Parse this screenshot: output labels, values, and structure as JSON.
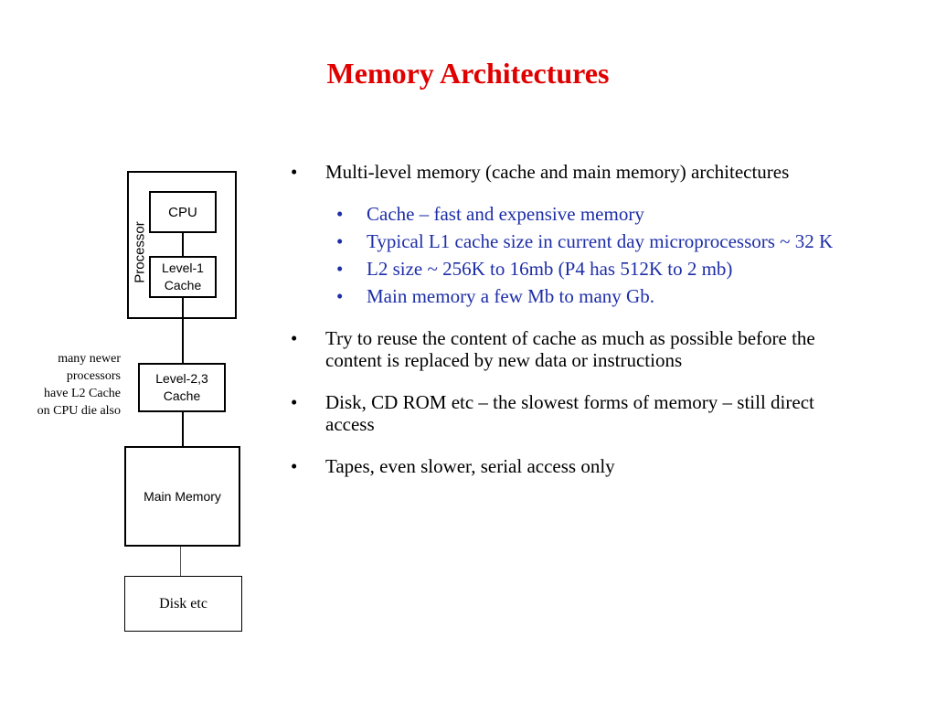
{
  "title": "Memory Architectures",
  "diagram": {
    "processor_label": "Processor",
    "cpu": "CPU",
    "level1_line1": "Level-1",
    "level1_line2": "Cache",
    "level23_line1": "Level-2,3",
    "level23_line2": "Cache",
    "main_memory": "Main Memory",
    "disk": "Disk etc",
    "note_lines": [
      "many newer",
      "processors",
      "have L2 Cache",
      "on CPU die also"
    ]
  },
  "bullets": {
    "b1": "Multi-level memory (cache and main memory) architectures",
    "sub": [
      "Cache – fast and expensive memory",
      "Typical L1 cache size in current day microprocessors ~ 32 K",
      "L2 size ~ 256K to 16mb (P4 has 512K to 2 mb)",
      "Main memory a few Mb to many Gb."
    ],
    "b2": "Try to reuse the content of cache as much as possible before the content is replaced by new data or instructions",
    "b3": "Disk, CD ROM etc – the slowest forms of memory – still direct access",
    "b4": "Tapes, even slower, serial access only"
  },
  "colors": {
    "title": "#e00000",
    "sub_bullets": "#1e2ea8"
  }
}
